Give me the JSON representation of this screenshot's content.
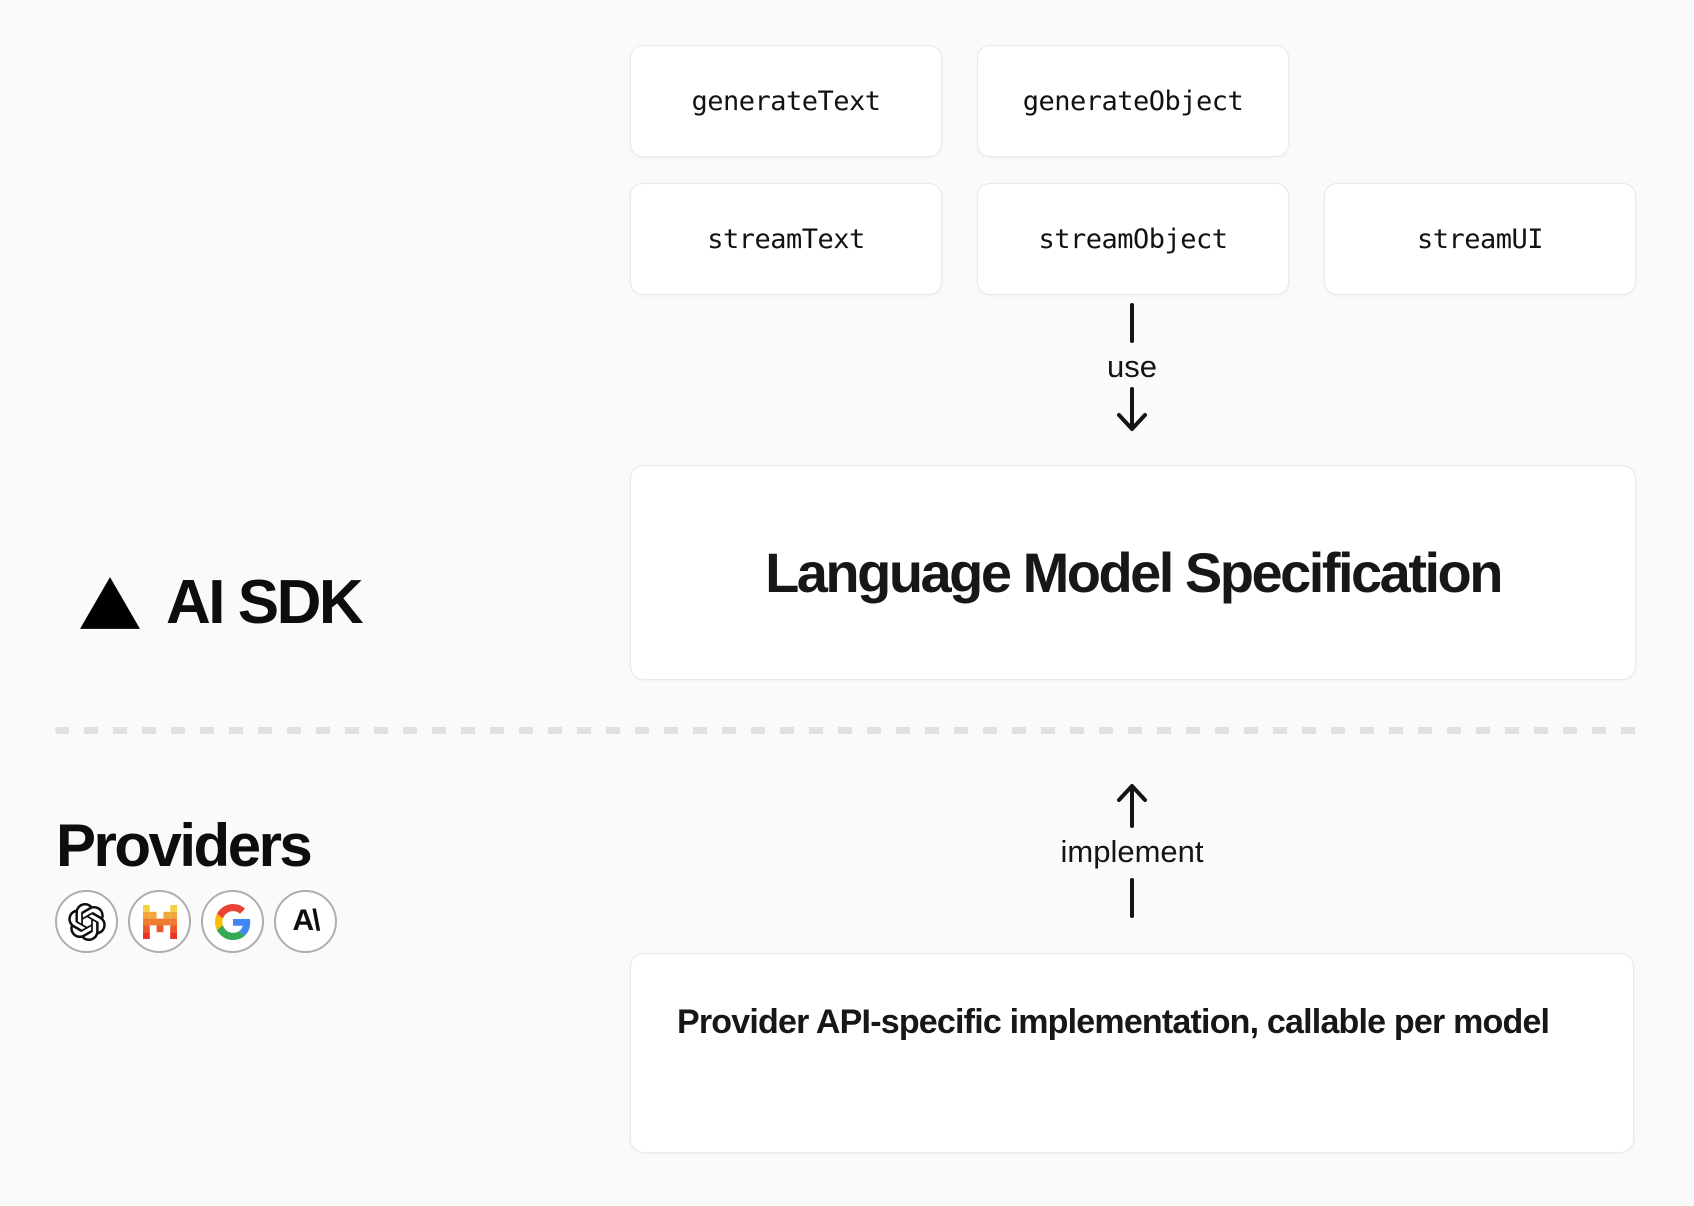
{
  "functions": [
    "generateText",
    "generateObject",
    "streamText",
    "streamObject",
    "streamUI"
  ],
  "connectors": {
    "use_label": "use",
    "implement_label": "implement"
  },
  "spec_box": {
    "title": "Language Model Specification"
  },
  "provider_box": {
    "text": "Provider API-specific implementation, callable per model"
  },
  "left_panel": {
    "ai_sdk_label": "AI SDK",
    "providers_heading": "Providers",
    "provider_icons": [
      "openai",
      "mistral",
      "google",
      "anthropic"
    ],
    "anthropic_glyph": "A\\"
  },
  "colors": {
    "background": "#fafafa",
    "box_background": "#ffffff",
    "box_border": "#e9e9e9",
    "text": "#171717",
    "divider_dash": "#e0e0e0",
    "circle_border": "#aeaeae",
    "mistral_palette": [
      "#F7D046",
      "#F2A73B",
      "#EE792F",
      "#EB5829",
      "#EA3326"
    ],
    "google_palette": [
      "#EA4335",
      "#4285F4",
      "#FBBC05",
      "#34A853"
    ]
  }
}
